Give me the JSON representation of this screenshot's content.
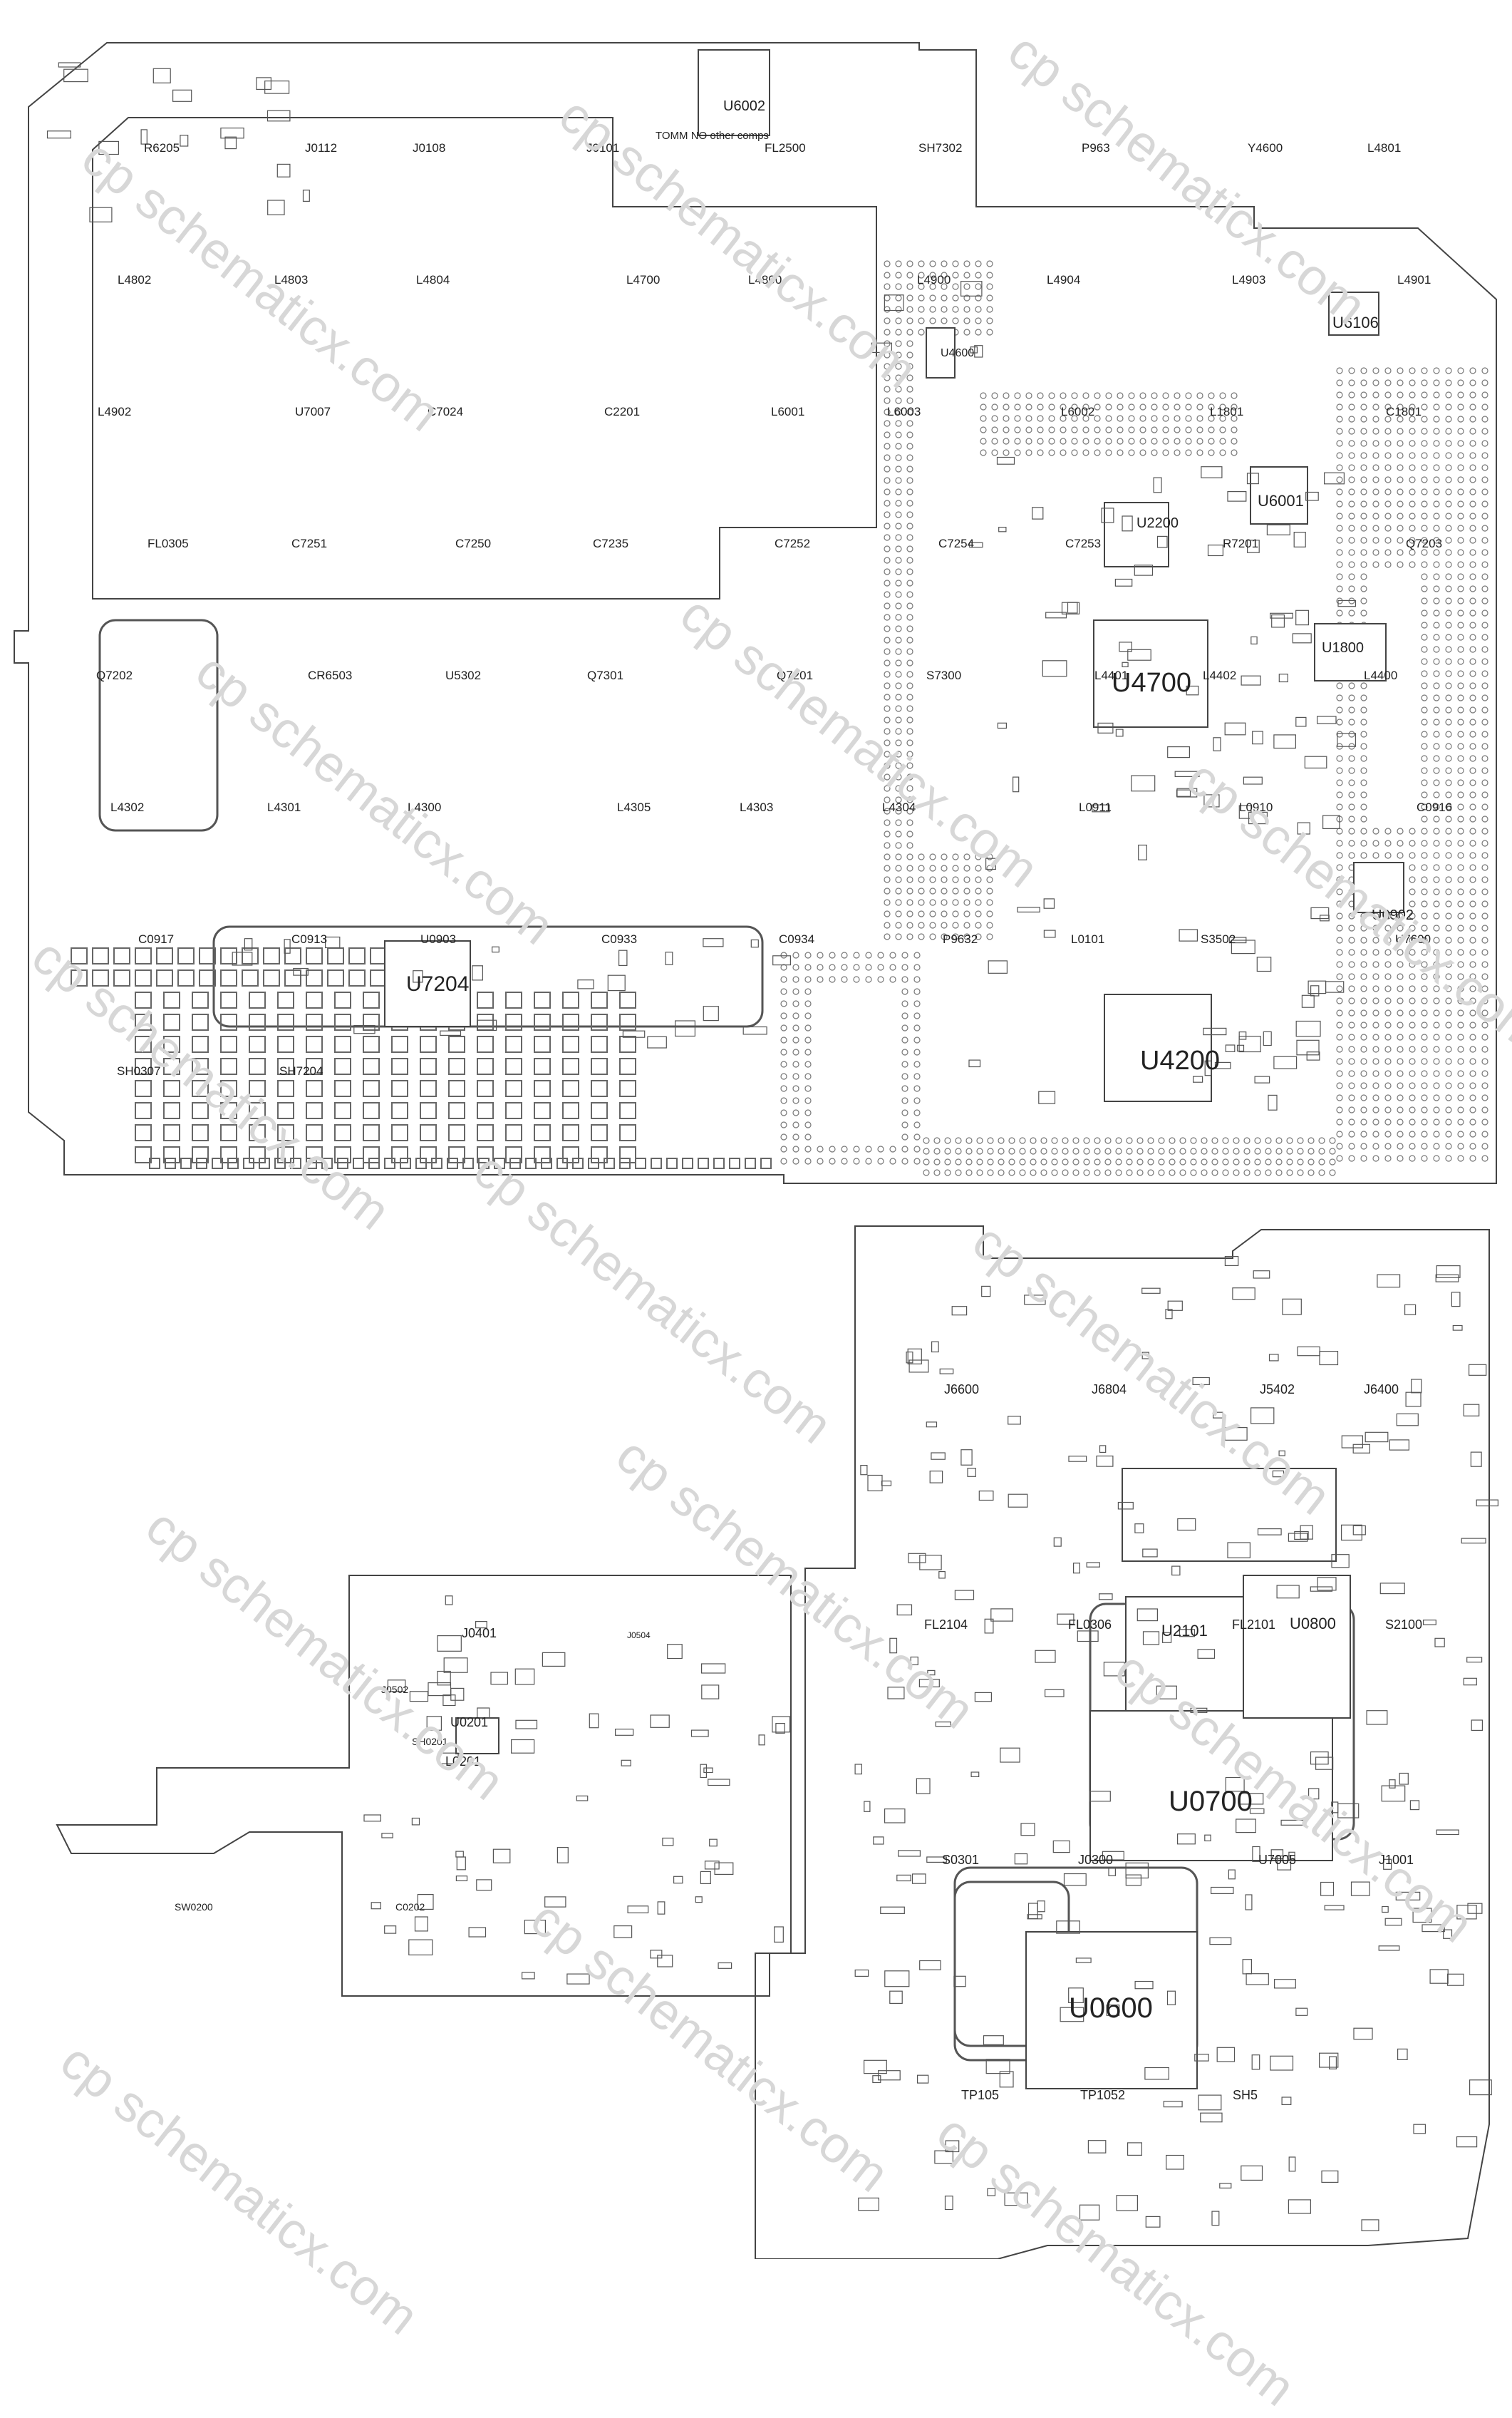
{
  "watermark": "cp schematicx.com",
  "colors": {
    "outline": "#444444",
    "pad": "#555555",
    "text": "#222222",
    "watermark": "#d7d7d7"
  },
  "top_board": {
    "labels_main": [
      "U4700",
      "U4200",
      "U7204",
      "U0902",
      "U6001",
      "U6106",
      "U1800",
      "U2200",
      "U4600",
      "U6002"
    ],
    "labels_small": [
      "R6205",
      "J0112",
      "J0108",
      "J0101",
      "FL2500",
      "SH7302",
      "P963",
      "Y4600",
      "L4801",
      "L4802",
      "L4803",
      "L4804",
      "L4700",
      "L4800",
      "L4900",
      "L4904",
      "L4903",
      "L4901",
      "L4902",
      "U7007",
      "C7024",
      "C2201",
      "L6001",
      "L6003",
      "L6002",
      "L1801",
      "C1801",
      "FL0305",
      "C7251",
      "C7250",
      "C7235",
      "C7252",
      "C7254",
      "C7253",
      "R7201",
      "Q7203",
      "Q7202",
      "CR6503",
      "U5302",
      "Q7301",
      "Q7201",
      "S7300",
      "L4401",
      "L4402",
      "L4400",
      "L4302",
      "L4301",
      "L4300",
      "L4305",
      "L4303",
      "L4304",
      "L0911",
      "L0910",
      "C0916",
      "C0917",
      "C0913",
      "U0903",
      "C0933",
      "C0934",
      "P9632",
      "L0101",
      "S3502",
      "U7600",
      "SH0307",
      "SH7204"
    ],
    "note": "TOMM NO other comps"
  },
  "bottom_right_board": {
    "labels_main": [
      "U0700",
      "U0600",
      "U2101",
      "U0800"
    ],
    "labels_small": [
      "J6600",
      "J6804",
      "J5402",
      "J6400",
      "FL2104",
      "FL0306",
      "FL2101",
      "S2100",
      "S0301",
      "J0300",
      "U7005",
      "J1001",
      "TP105",
      "TP1052",
      "SH5"
    ]
  },
  "bottom_left_board": {
    "labels_main": [
      "J0401",
      "J0504",
      "J0502",
      "U0201",
      "L0201",
      "SH0201"
    ],
    "labels_small": [
      "SW0200",
      "C0202"
    ]
  }
}
